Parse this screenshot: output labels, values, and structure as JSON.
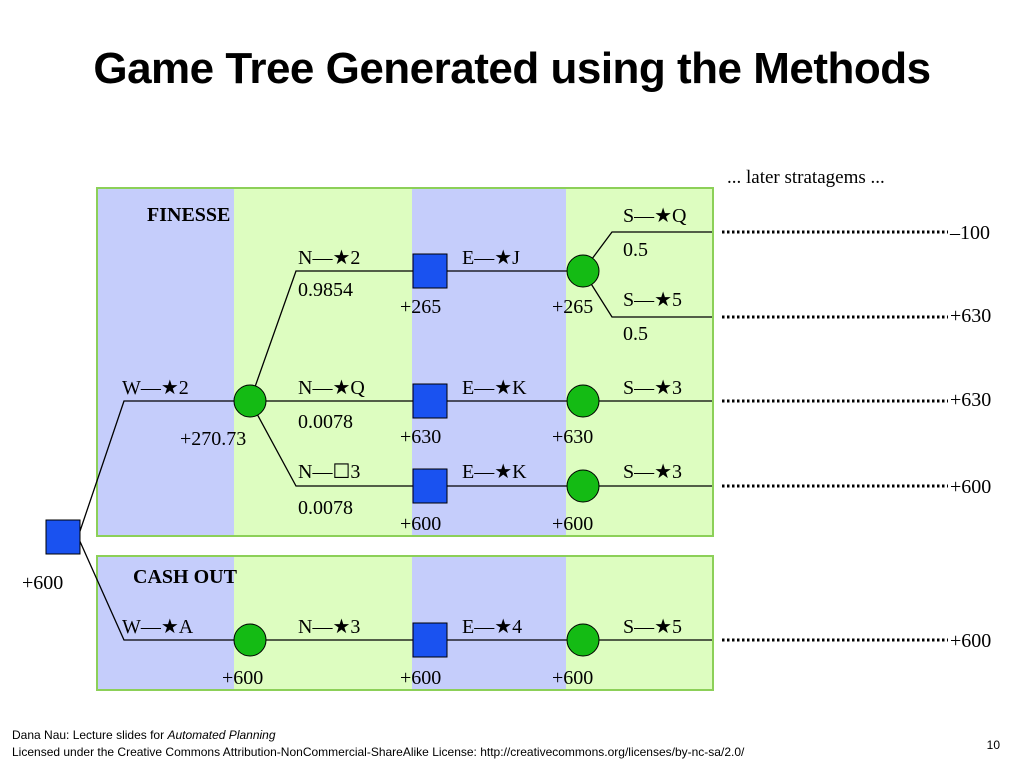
{
  "slide": {
    "title": "Game Tree Generated using the Methods",
    "later_note": "... later stratagems ..."
  },
  "finesse": {
    "label": "FINESSE",
    "root_move": "W—★2",
    "node_value": "+270.73",
    "branches": [
      {
        "n_move": "N—★2",
        "prob": "0.9854",
        "n_value": "+265",
        "e_move": "E—★J",
        "e_value": "+265",
        "leaves": [
          {
            "s_move": "S—★Q",
            "prob": "0.5",
            "result": "–100"
          },
          {
            "s_move": "S—★5",
            "prob": "0.5",
            "result": "+630"
          }
        ]
      },
      {
        "n_move": "N—★Q",
        "prob": "0.0078",
        "n_value": "+630",
        "e_move": "E—★K",
        "e_value": "+630",
        "leaves": [
          {
            "s_move": "S—★3",
            "result": "+630"
          }
        ]
      },
      {
        "n_move": "N—☐3",
        "prob": "0.0078",
        "n_value": "+600",
        "e_move": "E—★K",
        "e_value": "+600",
        "leaves": [
          {
            "s_move": "S—★3",
            "result": "+600"
          }
        ]
      }
    ]
  },
  "cash_out": {
    "label": "CASH OUT",
    "w_move": "W—★A",
    "w_value": "+600",
    "n_move": "N—★3",
    "n_value": "+600",
    "e_move": "E—★4",
    "e_value": "+600",
    "s_move": "S—★5",
    "result": "+600"
  },
  "root": {
    "value": "+600"
  },
  "colors": {
    "blue_band": "#c5cdfb",
    "green_band": "#ddfdc0",
    "panel_border": "#8cd058",
    "max_node": "#1a52f0",
    "chance_node": "#14bb14"
  },
  "footer": {
    "author": "Dana Nau: Lecture slides for",
    "book": "Automated Planning",
    "license": "Licensed under the Creative Commons Attribution-NonCommercial-ShareAlike License: http://creativecommons.org/licenses/by-nc-sa/2.0/",
    "page": "10"
  }
}
